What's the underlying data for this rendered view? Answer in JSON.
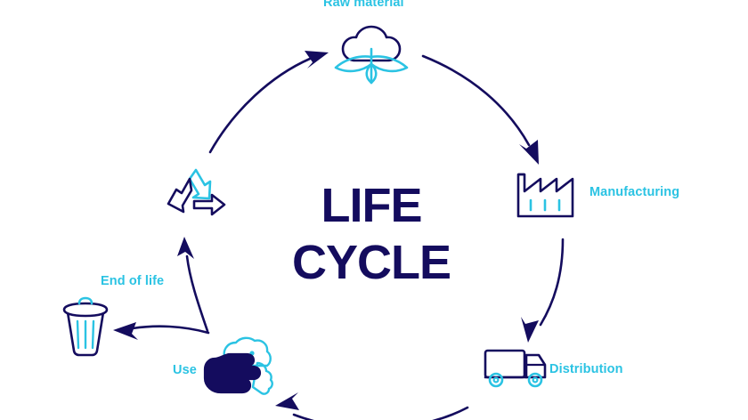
{
  "diagram": {
    "title_line1": "LIFE",
    "title_line2": "CYCLE",
    "colors": {
      "navy": "#140c5e",
      "cyan": "#2bc3e3",
      "background": "#ffffff"
    },
    "stages": [
      {
        "id": "raw-material",
        "label": "Raw material",
        "icon": "cotton-plant-icon"
      },
      {
        "id": "manufacturing",
        "label": "Manufacturing",
        "icon": "factory-icon"
      },
      {
        "id": "distribution",
        "label": "Distribution",
        "icon": "delivery-truck-icon"
      },
      {
        "id": "use",
        "label": "Use",
        "icon": "handshake-icon"
      },
      {
        "id": "end-of-life",
        "label": "End of life",
        "icon": "trash-bin-icon"
      },
      {
        "id": "recycling",
        "label": "",
        "icon": "recycling-arrows-icon"
      }
    ]
  }
}
